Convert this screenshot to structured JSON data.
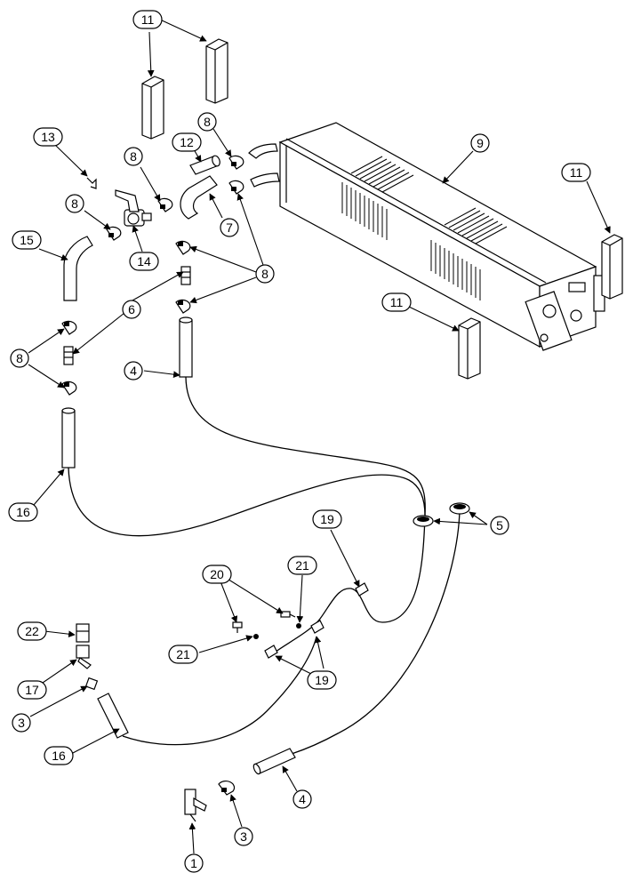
{
  "callouts": {
    "c11a": "11",
    "c13": "13",
    "c8a": "8",
    "c12": "12",
    "c8b": "8",
    "c8c": "8",
    "c9": "9",
    "c11b": "11",
    "c15": "15",
    "c14": "14",
    "c7": "7",
    "c8d": "8",
    "c6": "6",
    "c11c": "11",
    "c8e": "8",
    "c4a": "4",
    "c16a": "16",
    "c5": "5",
    "c19a": "19",
    "c20": "20",
    "c21a": "21",
    "c21b": "21",
    "c19b": "19",
    "c22": "22",
    "c17": "17",
    "c3a": "3",
    "c16b": "16",
    "c4b": "4",
    "c3b": "3",
    "c1": "1"
  }
}
